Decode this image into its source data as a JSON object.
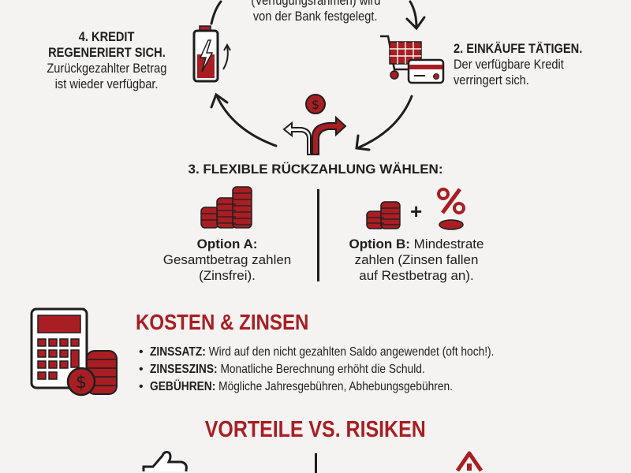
{
  "cycle": {
    "step1": {
      "lines": [
        "(Verfügungsrahmen) wird",
        "von der Bank festgelegt."
      ]
    },
    "step2": {
      "title": "2. EINKÄUFE TÄTIGEN.",
      "lines": [
        "Der verfügbare Kredit",
        "verringert sich."
      ]
    },
    "step3": {
      "title": "3. FLEXIBLE RÜCKZAHLUNG WÄHLEN:",
      "option_a": {
        "label": "Option A:",
        "lines": [
          "Gesamtbetrag zahlen",
          "(Zinsfrei)."
        ]
      },
      "option_b": {
        "label": "Option B:",
        "line1_rest": " Mindestrate",
        "lines": [
          "zahlen (Zinsen fallen",
          "auf Restbetrag an)."
        ]
      },
      "plus": "+",
      "percent": "%"
    },
    "step4": {
      "title_lines": [
        "4. KREDIT",
        "REGENERIERT SICH."
      ],
      "lines": [
        "Zurückgezahlter Betrag",
        "ist wieder verfügbar."
      ]
    }
  },
  "costs": {
    "title": "KOSTEN & ZINSEN",
    "items": [
      {
        "term": "ZINSSATZ:",
        "text": " Wird auf den nicht gezahlten Saldo angewendet (oft hoch!)."
      },
      {
        "term": "ZINSESZINS:",
        "text": " Monatliche Berechnung erhöht die Schuld."
      },
      {
        "term": "GEBÜHREN:",
        "text": " Mögliche Jahresgebühren, Abhebungsgebühren."
      }
    ]
  },
  "pros_cons": {
    "title": "VORTEILE VS. RISIKEN"
  },
  "colors": {
    "accent": "#a81e22",
    "text": "#1e1e1e",
    "background": "#f4f3f2"
  },
  "icons": [
    "battery-charging-icon",
    "shopping-cart-icon",
    "credit-card-icon",
    "fork-arrows-dollar-icon",
    "coin-stacks-icon",
    "percent-icon",
    "calculator-icon",
    "dollar-coin-icon",
    "thumbs-up-icon",
    "warning-icon"
  ]
}
